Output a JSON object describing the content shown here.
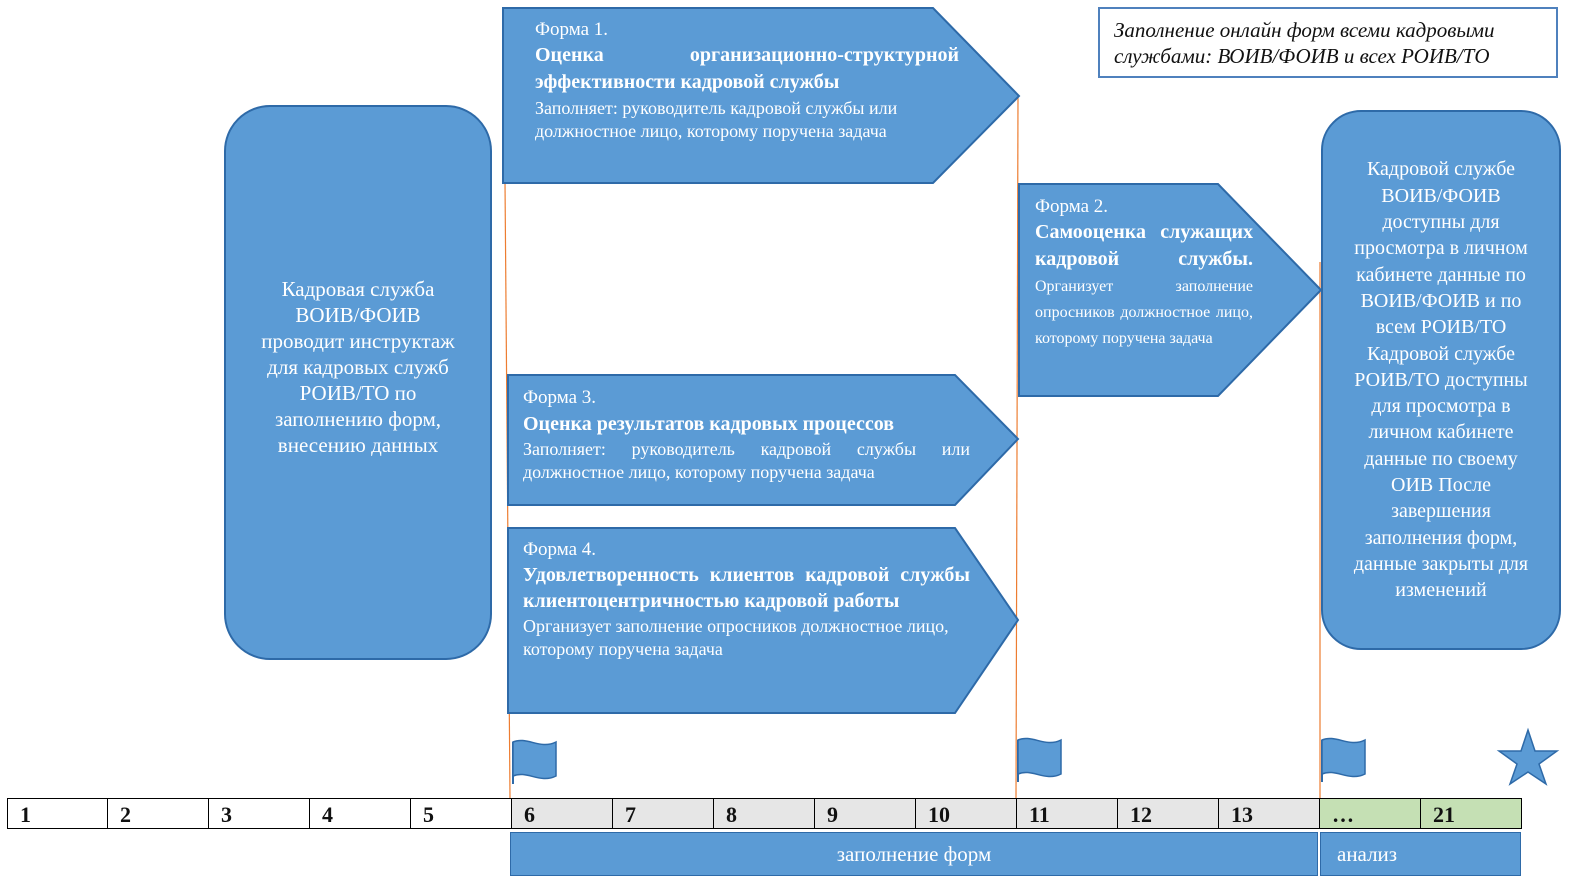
{
  "note": {
    "line1": "Заполнение онлайн форм всеми кадровыми",
    "line2": "службами: ВОИВ/ФОИВ и всех РОИВ/ТО"
  },
  "left_box": {
    "text": "Кадровая служба ВОИВ/ФОИВ проводит инструктаж для кадровых служб РОИВ/ТО по заполнению форм, внесению данных"
  },
  "form1": {
    "number": "Форма 1.",
    "title": "Оценка организационно-структурной эффективности кадровой службы",
    "desc": "Заполняет: руководитель кадровой службы или должностное лицо, которому поручена задача"
  },
  "form2": {
    "number": "Форма 2.",
    "title": "Самооценка служащих кадровой службы.",
    "desc": "Организует заполнение опросников должностное лицо, которому поручена задача"
  },
  "form3": {
    "number": "Форма 3.",
    "title": "Оценка результатов кадровых процессов",
    "desc": "Заполняет: руководитель кадровой службы или должностное лицо, которому поручена задача"
  },
  "form4": {
    "number": "Форма 4.",
    "title": "Удовлетворенность клиентов кадровой службы клиентоцентричностью кадровой работы",
    "desc": "Организует заполнение опросников должностное лицо, которому поручена задача"
  },
  "right_box": {
    "text": "Кадровой службе ВОИВ/ФОИВ доступны для просмотра в личном кабинете данные по ВОИВ/ФОИВ и по всем РОИВ/ТО Кадровой службе РОИВ/ТО доступны для просмотра в личном кабинете данные по своему ОИВ После завершения заполнения форм, данные закрыты для изменений"
  },
  "timeline": {
    "cells": [
      "1",
      "2",
      "3",
      "4",
      "5",
      "6",
      "7",
      "8",
      "9",
      "10",
      "11",
      "12",
      "13",
      "…",
      "21"
    ]
  },
  "bars": {
    "fill": "заполнение форм",
    "analysis": "анализ"
  },
  "icons": {
    "milestones": [
      "flag-icon",
      "flag-icon",
      "flag-icon",
      "star-icon"
    ]
  },
  "colors": {
    "shape_fill": "#5b9bd5",
    "shape_border": "#2e6aa8",
    "guide_line": "#ed7d31",
    "active_cell": "#e6e6e6",
    "analysis_cell": "#c5e0b4"
  }
}
